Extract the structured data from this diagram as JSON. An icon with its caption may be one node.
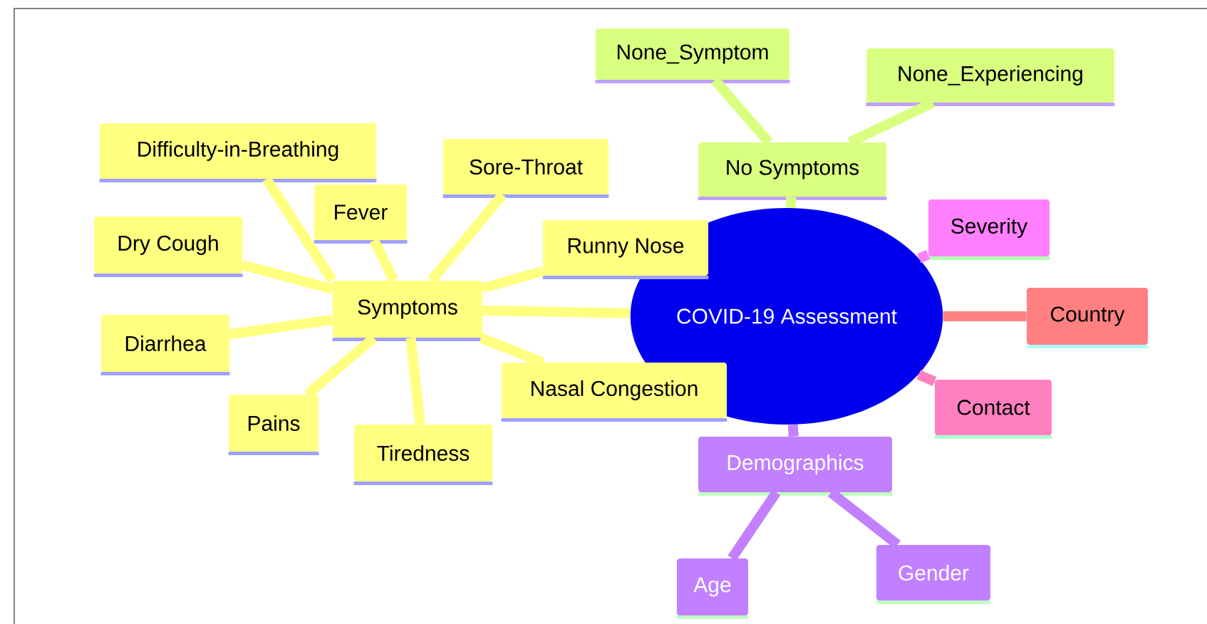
{
  "diagram": {
    "nodes": [
      {
        "text": [
          "None_Symptom"
        ]
      },
      {
        "text": [
          "None_Experiencing"
        ]
      },
      {
        "text": [
          "No Symptoms"
        ]
      },
      {
        "text": [
          "Difficulty-in-Breathing"
        ]
      },
      {
        "text": [
          "Sore-Throat"
        ]
      },
      {
        "text": [
          "Fever"
        ]
      },
      {
        "text": [
          "Dry Cough"
        ]
      },
      {
        "text": [
          "Runny Nose"
        ]
      },
      {
        "text": [
          "Symptoms"
        ]
      },
      {
        "text": [
          "COVID-19 Assessment"
        ]
      },
      {
        "text": [
          "Severity"
        ]
      },
      {
        "text": [
          "Diarrhea"
        ]
      },
      {
        "text": [
          "Country"
        ]
      },
      {
        "text": [
          "Nasal Congestion"
        ]
      },
      {
        "text": [
          "Contact"
        ]
      },
      {
        "text": [
          "Pains"
        ]
      },
      {
        "text": [
          "Tiredness"
        ]
      },
      {
        "text": [
          "Demographics"
        ]
      },
      {
        "text": [
          "Age"
        ]
      },
      {
        "text": [
          "Gender"
        ]
      }
    ],
    "edges": [
      {
        "from": 9,
        "to": 2,
        "arrow": "none",
        "color": "#d9ff80"
      },
      {
        "from": 2,
        "to": 0,
        "arrow": "none",
        "color": "#d9ff80"
      },
      {
        "from": 2,
        "to": 1,
        "arrow": "none",
        "color": "#d9ff80"
      },
      {
        "from": 9,
        "to": 8,
        "arrow": "none"
      },
      {
        "from": 8,
        "to": 3,
        "arrow": "none"
      },
      {
        "from": 8,
        "to": 4,
        "arrow": "none"
      },
      {
        "from": 8,
        "to": 5,
        "arrow": "none"
      },
      {
        "from": 8,
        "to": 6,
        "arrow": "none"
      },
      {
        "from": 8,
        "to": 7,
        "arrow": "none"
      },
      {
        "from": 8,
        "to": 11,
        "arrow": "none"
      },
      {
        "from": 8,
        "to": 13,
        "arrow": "none"
      },
      {
        "from": 8,
        "to": 15,
        "arrow": "none"
      },
      {
        "from": 8,
        "to": 16,
        "arrow": "none"
      },
      {
        "from": 9,
        "to": 10,
        "arrow": "none",
        "color": "#ff80ff"
      },
      {
        "from": 9,
        "to": 12,
        "arrow": "none",
        "color": "#ff8080"
      },
      {
        "from": 9,
        "to": 14,
        "arrow": "none",
        "color": "#ff80c0"
      },
      {
        "from": 9,
        "to": 17,
        "arrow": "none",
        "color": "#c080ff"
      },
      {
        "from": 17,
        "to": 18,
        "arrow": "none",
        "color": "#c080ff"
      },
      {
        "from": 17,
        "to": 19,
        "arrow": "none",
        "color": "#c080ff"
      }
    ]
  }
}
